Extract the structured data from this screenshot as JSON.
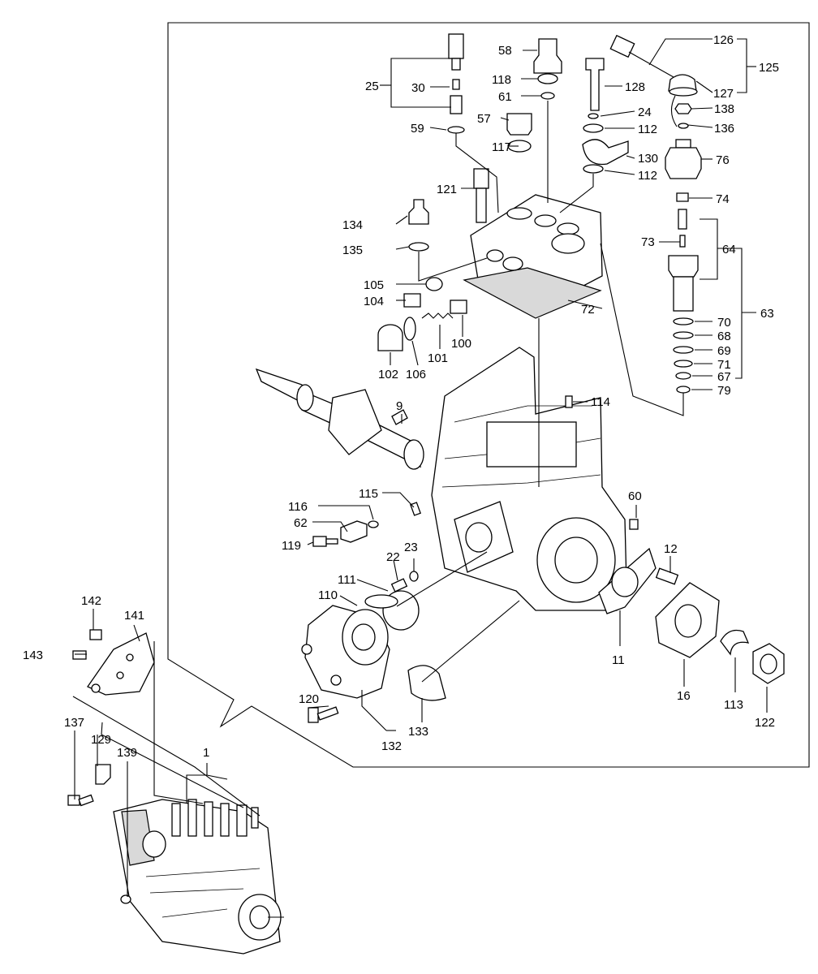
{
  "callouts": {
    "c126": "126",
    "c125": "125",
    "c127": "127",
    "c138": "138",
    "c136": "136",
    "c76": "76",
    "c74": "74",
    "c64": "64",
    "c73": "73",
    "c63": "63",
    "c70": "70",
    "c68": "68",
    "c69": "69",
    "c71": "71",
    "c67": "67",
    "c79": "79",
    "c58": "58",
    "c118": "118",
    "c61": "61",
    "c57": "57",
    "c117": "117",
    "c128": "128",
    "c24": "24",
    "c112a": "112",
    "c130": "130",
    "c112b": "112",
    "c25": "25",
    "c30": "30",
    "c59": "59",
    "c121": "121",
    "c134": "134",
    "c135": "135",
    "c105": "105",
    "c104": "104",
    "c72": "72",
    "c102": "102",
    "c106": "106",
    "c101": "101",
    "c100": "100",
    "c9": "9",
    "c114": "114",
    "c115": "115",
    "c116": "116",
    "c62": "62",
    "c119": "119",
    "c60": "60",
    "c22": "22",
    "c23": "23",
    "c12": "12",
    "c111": "111",
    "c110": "110",
    "c11": "11",
    "c16": "16",
    "c113": "113",
    "c122": "122",
    "c120": "120",
    "c133": "133",
    "c132": "132",
    "c142": "142",
    "c141": "141",
    "c143": "143",
    "c137": "137",
    "c129": "129",
    "c139": "139",
    "c1": "1"
  }
}
